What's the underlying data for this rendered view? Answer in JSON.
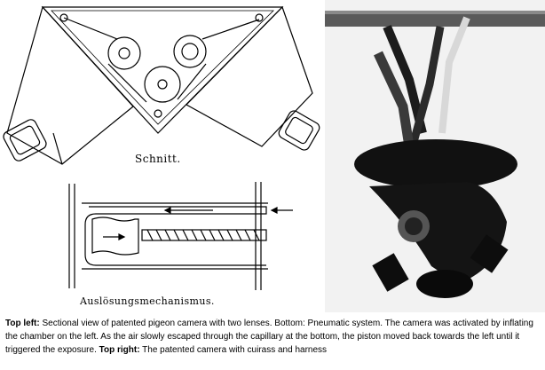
{
  "drawings": {
    "section_label": "Schnitt.",
    "mechanism_label": "Auslösungsmechanismus."
  },
  "caption": {
    "part1_heading": "Top left:",
    "part1_text": " Sectional view of patented pigeon camera with two lenses. Bottom: Pneumatic system. The camera was activated by inflating the chamber on the left. As the air slowly escaped through the capillary at the bottom, the piston moved back towards the left until it triggered the exposure. ",
    "part2_heading": "Top right:",
    "part2_text": " The patented camera with cuirass and harness"
  }
}
